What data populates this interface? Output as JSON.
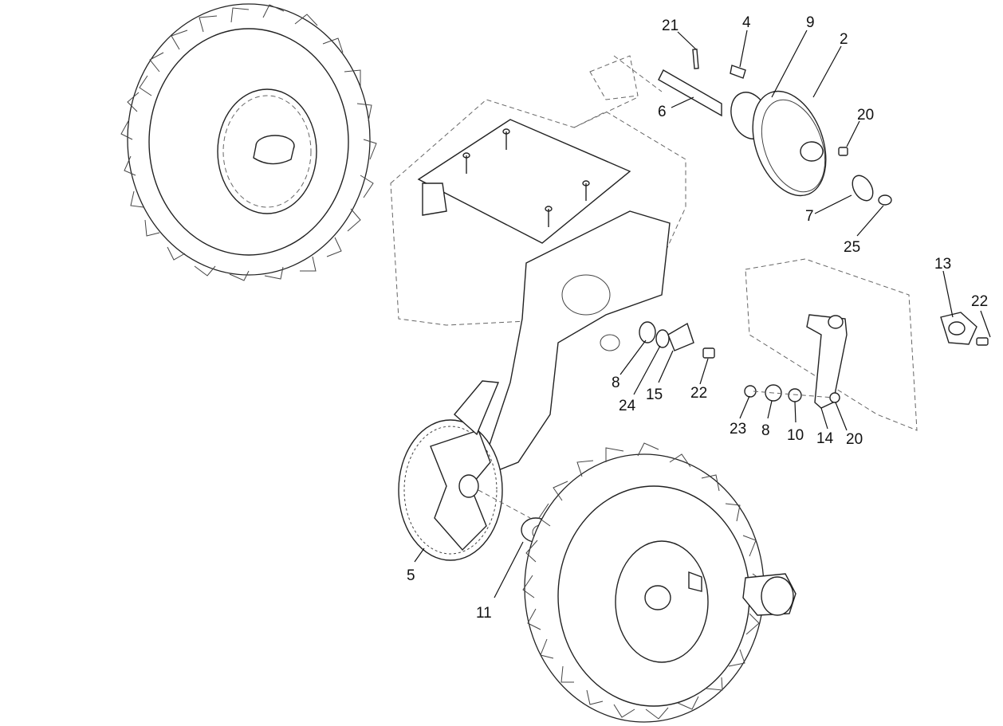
{
  "callouts": [
    {
      "id": "c21a",
      "text": "21"
    },
    {
      "id": "c4",
      "text": "4"
    },
    {
      "id": "c9",
      "text": "9"
    },
    {
      "id": "c2",
      "text": "2"
    },
    {
      "id": "c6",
      "text": "6"
    },
    {
      "id": "c20a",
      "text": "20"
    },
    {
      "id": "c7",
      "text": "7"
    },
    {
      "id": "c25",
      "text": "25"
    },
    {
      "id": "c13",
      "text": "13"
    },
    {
      "id": "c22a",
      "text": "22"
    },
    {
      "id": "c8a",
      "text": "8"
    },
    {
      "id": "c24",
      "text": "24"
    },
    {
      "id": "c15",
      "text": "15"
    },
    {
      "id": "c22b",
      "text": "22"
    },
    {
      "id": "c23",
      "text": "23"
    },
    {
      "id": "c8b",
      "text": "8"
    },
    {
      "id": "c10",
      "text": "10"
    },
    {
      "id": "c14",
      "text": "14"
    },
    {
      "id": "c20b",
      "text": "20"
    },
    {
      "id": "c5",
      "text": "5"
    },
    {
      "id": "c11",
      "text": "11"
    }
  ]
}
